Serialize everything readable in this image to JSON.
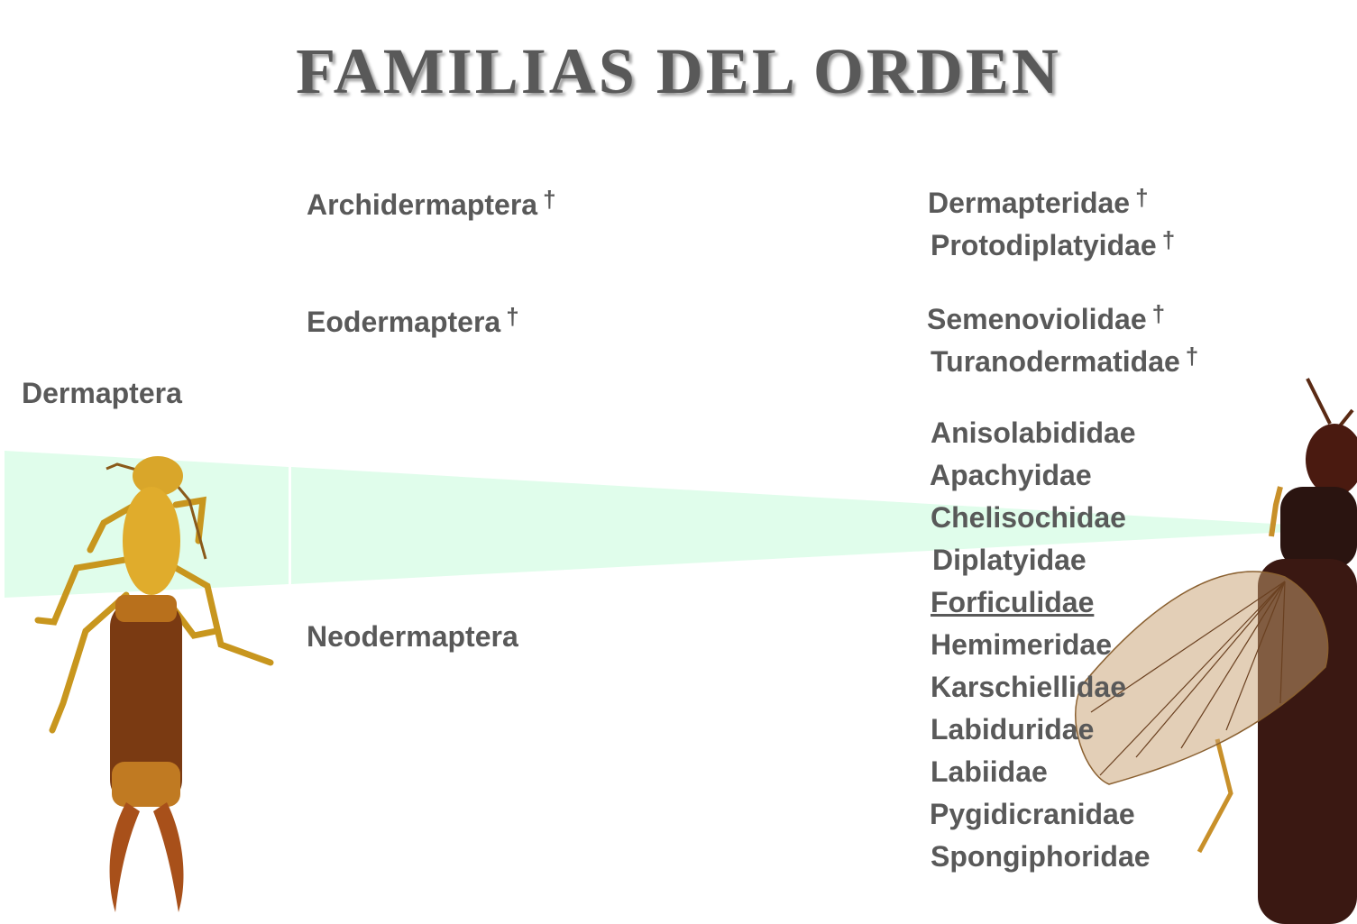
{
  "title": "FAMILIAS DEL ORDEN",
  "order": "Dermaptera",
  "band_color": "#e0fdeb",
  "text_color": "#595959",
  "extinct_marker": "†",
  "suborders": [
    {
      "name": "Archidermaptera",
      "extinct": true
    },
    {
      "name": "Eodermaptera",
      "extinct": true
    },
    {
      "name": "Neodermaptera",
      "extinct": false
    }
  ],
  "families": [
    {
      "name": "Dermapteridae",
      "extinct": true
    },
    {
      "name": "Protodiplatyidae",
      "extinct": true
    },
    {
      "name": "Semenoviolidae",
      "extinct": true
    },
    {
      "name": "Turanodermatidae",
      "extinct": true
    },
    {
      "name": "Anisolabididae",
      "extinct": false
    },
    {
      "name": "Apachyidae",
      "extinct": false
    },
    {
      "name": "Chelisochidae",
      "extinct": false
    },
    {
      "name": "Diplatyidae",
      "extinct": false
    },
    {
      "name": "Forficulidae",
      "extinct": false,
      "underlined": true
    },
    {
      "name": "Hemimeridae",
      "extinct": false
    },
    {
      "name": "Karschiellidae",
      "extinct": false
    },
    {
      "name": "Labiduridae",
      "extinct": false
    },
    {
      "name": "Labiidae",
      "extinct": false
    },
    {
      "name": "Pygidicranidae",
      "extinct": false
    },
    {
      "name": "Spongiphoridae",
      "extinct": false
    }
  ]
}
